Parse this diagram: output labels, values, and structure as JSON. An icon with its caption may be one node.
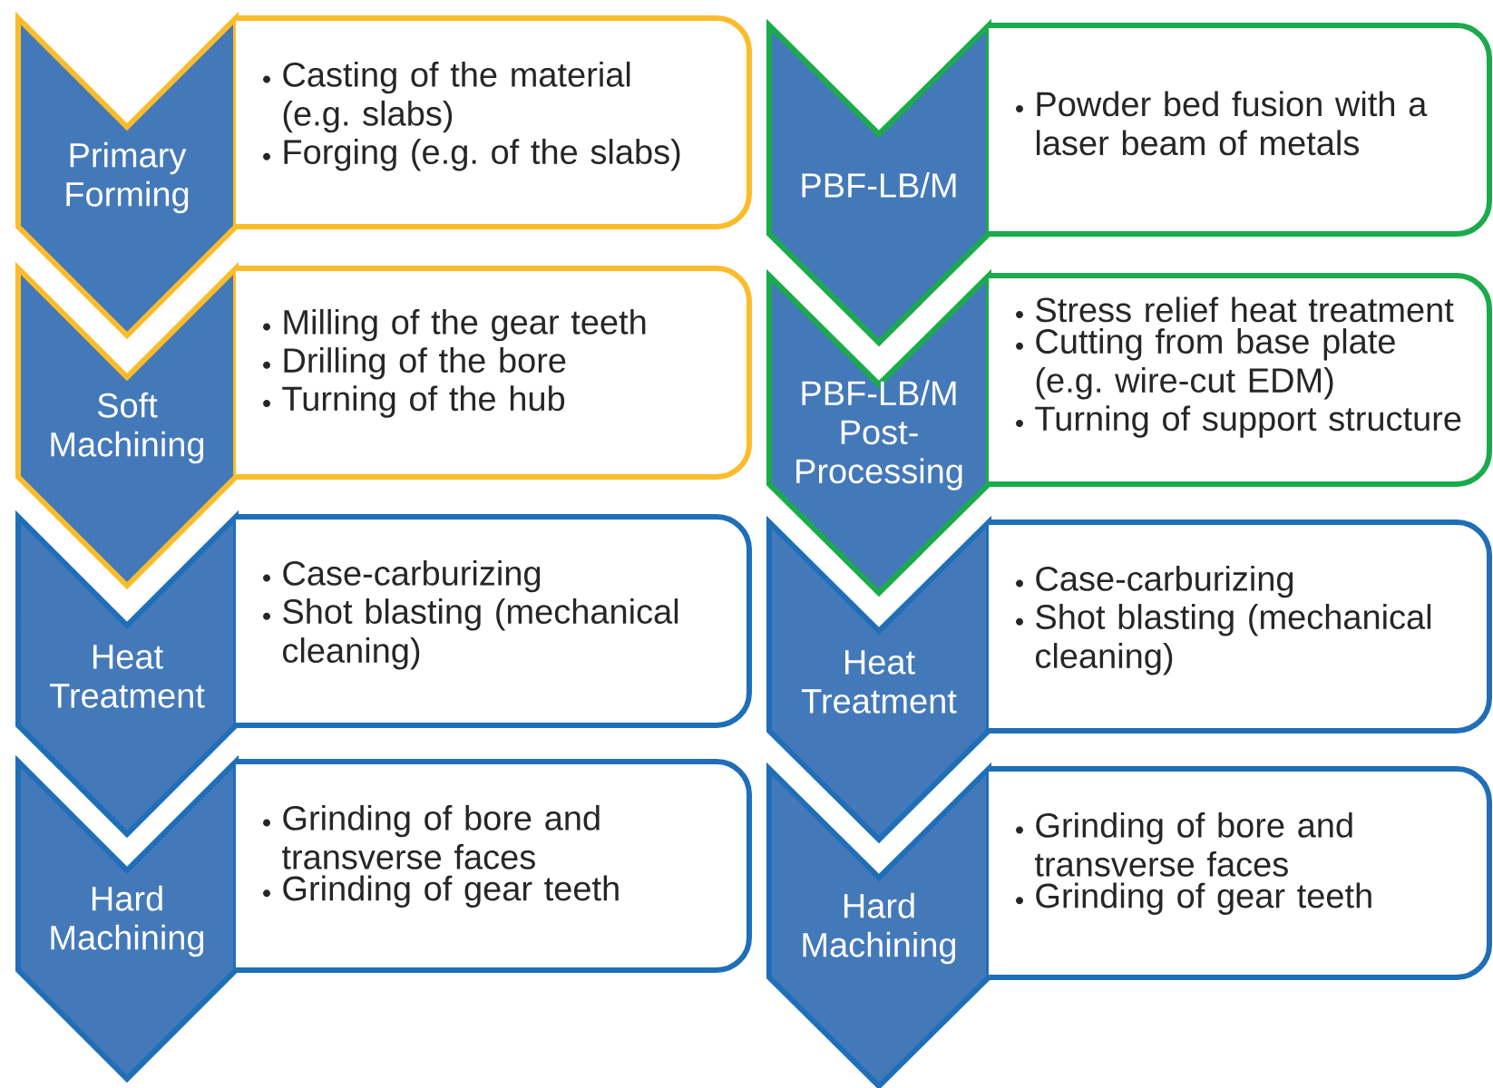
{
  "diagram": {
    "nodes": [
      {
        "text": [
          "Primary Forming"
        ]
      },
      {
        "text": [
          "Casting of the material (e.g. slabs)",
          "Forging (e.g. of the slabs)"
        ]
      },
      {
        "text": [
          "Soft Machining"
        ]
      },
      {
        "text": [
          "Milling of the gear teeth",
          "Drilling of the bore",
          "Turning of the hub"
        ]
      },
      {
        "text": [
          "Heat Treatment"
        ]
      },
      {
        "text": [
          "Case-carburizing",
          "Shot blasting (mechanical cleaning)"
        ]
      },
      {
        "text": [
          "Hard Machining"
        ]
      },
      {
        "text": [
          "Grinding of bore and transverse faces",
          "Grinding of gear teeth"
        ]
      },
      {
        "text": [
          "PBF-LB/M"
        ]
      },
      {
        "text": [
          "Powder bed fusion with a laser beam of metals"
        ]
      },
      {
        "text": [
          "PBF-LB/M Post-Processing"
        ]
      },
      {
        "text": [
          "Stress relief heat treatment",
          "Cutting from base plate (e.g. wire-cut EDM)",
          "Turning of support structure"
        ]
      },
      {
        "text": [
          "Heat Treatment"
        ]
      },
      {
        "text": [
          "Case-carburizing",
          "Shot blasting (mechanical cleaning)"
        ]
      },
      {
        "text": [
          "Hard Machining"
        ]
      },
      {
        "text": [
          "Grinding of bore and transverse faces",
          "Grinding of gear teeth"
        ]
      }
    ]
  }
}
